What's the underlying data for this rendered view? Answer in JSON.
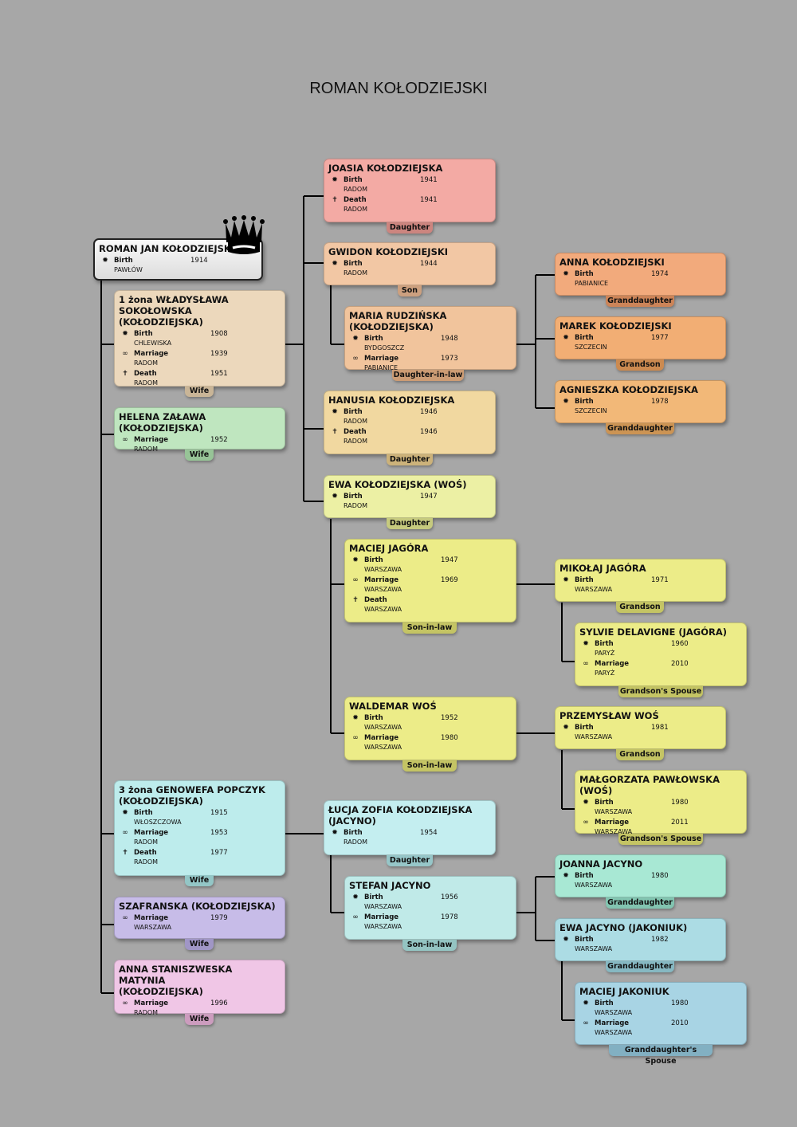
{
  "title": "ROMAN KOŁODZIEJSKI",
  "icons": {
    "birth": "birth-sun-icon",
    "marriage": "marriage-rings-icon",
    "death": "death-cross-icon",
    "root_marker": "crown-icon"
  },
  "colors": {
    "root": "#e8e8e8",
    "wife1": "#ecd8bc",
    "wife2": "#bfe6bf",
    "wife3": "#bdecec",
    "wife4": "#c7bce8",
    "wife5": "#f0c6e6",
    "joasia": "#f3aaa4",
    "gwidon": "#f2c7a4",
    "maria": "#f1c49c",
    "anna_k": "#f2aa7c",
    "marek": "#f2ae74",
    "agnieszka": "#f2b878",
    "hanusia": "#f1d8a0",
    "ewa": "#ecf0a4",
    "yellow": "#ecec88",
    "lucja": "#c4eef0",
    "stefan": "#c0eae8",
    "joanna": "#a8e8d4",
    "ewa_j": "#acdce4",
    "maciej_j": "#a8d4e4"
  },
  "persons": {
    "roman": {
      "name": "ROMAN JAN KOŁODZIEJSKI",
      "events": [
        {
          "label": "Birth",
          "year": "1914",
          "place": "PAWŁÓW"
        }
      ]
    },
    "wife1": {
      "name": "1 żona WŁADYSŁAWA SOKOŁOWSKA\n(KOŁODZIEJSKA)",
      "relation": "Wife",
      "events": [
        {
          "label": "Birth",
          "year": "1908",
          "place": "CHLEWISKA"
        },
        {
          "label": "Marriage",
          "year": "1939",
          "place": "RADOM"
        },
        {
          "label": "Death",
          "year": "1951",
          "place": "RADOM"
        }
      ]
    },
    "wife2": {
      "name": "HELENA ZAŁAWA (KOŁODZIEJSKA)",
      "relation": "Wife",
      "events": [
        {
          "label": "Marriage",
          "year": "1952",
          "place": "RADOM"
        }
      ]
    },
    "wife3": {
      "name": "3 żona GENOWEFA POPCZYK\n(KOŁODZIEJSKA)",
      "relation": "Wife",
      "events": [
        {
          "label": "Birth",
          "year": "1915",
          "place": "WŁOSZCZOWA"
        },
        {
          "label": "Marriage",
          "year": "1953",
          "place": "RADOM"
        },
        {
          "label": "Death",
          "year": "1977",
          "place": "RADOM"
        }
      ]
    },
    "wife4": {
      "name": "SZAFRANSKA (KOŁODZIEJSKA)",
      "relation": "Wife",
      "events": [
        {
          "label": "Marriage",
          "year": "1979",
          "place": "WARSZAWA"
        }
      ]
    },
    "wife5": {
      "name": "ANNA STANISZWESKA  MATYNIA\n(KOŁODZIEJSKA)",
      "relation": "Wife",
      "events": [
        {
          "label": "Marriage",
          "year": "1996",
          "place": "RADOM"
        }
      ]
    },
    "joasia": {
      "name": "JOASIA KOŁODZIEJSKA",
      "relation": "Daughter",
      "events": [
        {
          "label": "Birth",
          "year": "1941",
          "place": "RADOM"
        },
        {
          "label": "Death",
          "year": "1941",
          "place": "RADOM"
        }
      ]
    },
    "gwidon": {
      "name": "GWIDON KOŁODZIEJSKI",
      "relation": "Son",
      "events": [
        {
          "label": "Birth",
          "year": "1944",
          "place": "RADOM"
        }
      ]
    },
    "maria": {
      "name": "MARIA RUDZIŃSKA (KOŁODZIEJSKA)",
      "relation": "Daughter-in-law",
      "events": [
        {
          "label": "Birth",
          "year": "1948",
          "place": "BYDGOSZCZ"
        },
        {
          "label": "Marriage",
          "year": "1973",
          "place": "PABIANICE"
        }
      ]
    },
    "anna_k": {
      "name": "ANNA KOŁODZIEJSKI",
      "relation": "Granddaughter",
      "events": [
        {
          "label": "Birth",
          "year": "1974",
          "place": "PABIANICE"
        }
      ]
    },
    "marek": {
      "name": "MAREK KOŁODZIEJSKI",
      "relation": "Grandson",
      "events": [
        {
          "label": "Birth",
          "year": "1977",
          "place": "SZCZECIN"
        }
      ]
    },
    "agnieszka": {
      "name": "AGNIESZKA KOŁODZIEJSKA",
      "relation": "Granddaughter",
      "events": [
        {
          "label": "Birth",
          "year": "1978",
          "place": "SZCZECIN"
        }
      ]
    },
    "hanusia": {
      "name": "HANUSIA KOŁODZIEJSKA",
      "relation": "Daughter",
      "events": [
        {
          "label": "Birth",
          "year": "1946",
          "place": "RADOM"
        },
        {
          "label": "Death",
          "year": "1946",
          "place": "RADOM"
        }
      ]
    },
    "ewa": {
      "name": "EWA KOŁODZIEJSKA (WOŚ)",
      "relation": "Daughter",
      "events": [
        {
          "label": "Birth",
          "year": "1947",
          "place": "RADOM"
        }
      ]
    },
    "maciej_jag": {
      "name": "MACIEJ JAGÓRA",
      "relation": "Son-in-law",
      "events": [
        {
          "label": "Birth",
          "year": "1947",
          "place": "WARSZAWA"
        },
        {
          "label": "Marriage",
          "year": "1969",
          "place": "WARSZAWA"
        },
        {
          "label": "Death",
          "year": "",
          "place": "WARSZAWA"
        }
      ]
    },
    "mikolaj": {
      "name": "MIKOŁAJ JAGÓRA",
      "relation": "Grandson",
      "events": [
        {
          "label": "Birth",
          "year": "1971",
          "place": "WARSZAWA"
        }
      ]
    },
    "sylvie": {
      "name": "SYLVIE DELAVIGNE (JAGÓRA)",
      "relation": "Grandson's Spouse",
      "events": [
        {
          "label": "Birth",
          "year": "1960",
          "place": "PARYŻ"
        },
        {
          "label": "Marriage",
          "year": "2010",
          "place": "PARYŻ"
        }
      ]
    },
    "waldemar": {
      "name": "WALDEMAR WOŚ",
      "relation": "Son-in-law",
      "events": [
        {
          "label": "Birth",
          "year": "1952",
          "place": "WARSZAWA"
        },
        {
          "label": "Marriage",
          "year": "1980",
          "place": "WARSZAWA"
        }
      ]
    },
    "przemyslaw": {
      "name": "PRZEMYSŁAW WOŚ",
      "relation": "Grandson",
      "events": [
        {
          "label": "Birth",
          "year": "1981",
          "place": "WARSZAWA"
        }
      ]
    },
    "malgorzata": {
      "name": "MAŁGORZATA PAWŁOWSKA (WOŚ)",
      "relation": "Grandson's Spouse",
      "events": [
        {
          "label": "Birth",
          "year": "1980",
          "place": "WARSZAWA"
        },
        {
          "label": "Marriage",
          "year": "2011",
          "place": "WARSZAWA"
        }
      ]
    },
    "lucja": {
      "name": "ŁUCJA ZOFIA KOŁODZIEJSKA\n(JACYNO)",
      "relation": "Daughter",
      "events": [
        {
          "label": "Birth",
          "year": "1954",
          "place": "RADOM"
        }
      ]
    },
    "stefan": {
      "name": "STEFAN JACYNO",
      "relation": "Son-in-law",
      "events": [
        {
          "label": "Birth",
          "year": "1956",
          "place": "WARSZAWA"
        },
        {
          "label": "Marriage",
          "year": "1978",
          "place": "WARSZAWA"
        }
      ]
    },
    "joanna": {
      "name": "JOANNA JACYNO",
      "relation": "Granddaughter",
      "events": [
        {
          "label": "Birth",
          "year": "1980",
          "place": "WARSZAWA"
        }
      ]
    },
    "ewa_j": {
      "name": "EWA JACYNO (JAKONIUK)",
      "relation": "Granddaughter",
      "events": [
        {
          "label": "Birth",
          "year": "1982",
          "place": "WARSZAWA"
        }
      ]
    },
    "maciej_jak": {
      "name": "MACIEJ JAKONIUK",
      "relation": "Granddaughter's Spouse",
      "events": [
        {
          "label": "Birth",
          "year": "1980",
          "place": "WARSZAWA"
        },
        {
          "label": "Marriage",
          "year": "2010",
          "place": "WARSZAWA"
        }
      ]
    }
  }
}
